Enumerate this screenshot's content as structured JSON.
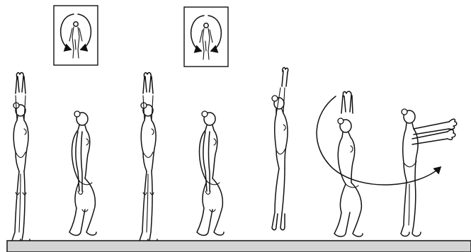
{
  "figure": {
    "description_free": true,
    "colors": {
      "ink": "#111111",
      "background": "#ffffff",
      "floor_fill": "#d3d3d3"
    },
    "sequence": [
      {
        "pose": "arms-overhead",
        "has_rotation_inset": true
      },
      {
        "pose": "half-squat-arms-back",
        "has_rotation_inset": false
      },
      {
        "pose": "arms-overhead",
        "has_rotation_inset": true
      },
      {
        "pose": "half-squat-arms-back",
        "has_rotation_inset": false
      },
      {
        "pose": "jump-arms-overhead",
        "has_rotation_inset": false
      },
      {
        "pose": "squat-arm-swing",
        "has_rotation_inset": false
      },
      {
        "pose": "stand-arms-forward",
        "has_rotation_inset": false
      }
    ],
    "icons": [
      "rotation-left-inset-icon",
      "rotation-left-inset-icon",
      "arm-swing-arc-icon",
      "floor-icon"
    ]
  }
}
